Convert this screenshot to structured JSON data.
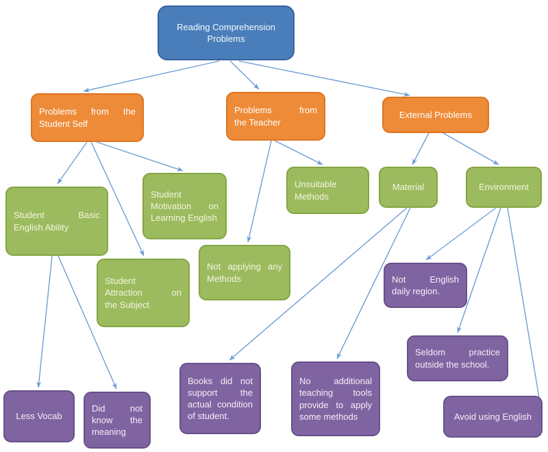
{
  "diagram": {
    "type": "concept-map",
    "title": "Reading Comprehension Problems"
  },
  "colors": {
    "root_blue": "#4a7ebb",
    "category_orange": "#ee8b38",
    "cause_green": "#9cbb5e",
    "detail_purple": "#8064a2",
    "connector_blue": "#6f9cd5"
  },
  "nodes": {
    "root": {
      "label": "Reading Comprehension\nProblems"
    },
    "student_self": {
      "label": "Problems from the\nStudent Self"
    },
    "teacher": {
      "label": "Problems from\nthe Teacher"
    },
    "external": {
      "label": "External Problems"
    },
    "basic_ability": {
      "label": "Student Basic\nEnglish Ability"
    },
    "motivation": {
      "label": "Student\nMotivation on\nLearning English"
    },
    "attraction": {
      "label": "Student\nAttraction on\nthe Subject"
    },
    "unsuitable": {
      "label": "Unsuitable\nMethods"
    },
    "not_applying": {
      "label": "Not applying any\nMethods"
    },
    "material": {
      "label": "Material"
    },
    "environment": {
      "label": "Environment"
    },
    "less_vocab": {
      "label": "Less Vocab"
    },
    "meaning": {
      "label": "Did not\nknow the\nmeaning"
    },
    "books": {
      "label": "Books did not\nsupport the\nactual condition\nof student."
    },
    "no_tools": {
      "label": "No additional\nteaching tools\nprovide to apply\nsome methods"
    },
    "not_english": {
      "label": "Not English\ndaily region."
    },
    "seldom": {
      "label": "Seldom practice\noutside the school."
    },
    "avoid": {
      "label": "Avoid using English"
    }
  },
  "edges": [
    {
      "from": "root",
      "to": "student_self"
    },
    {
      "from": "root",
      "to": "teacher"
    },
    {
      "from": "root",
      "to": "external"
    },
    {
      "from": "student_self",
      "to": "basic_ability"
    },
    {
      "from": "student_self",
      "to": "motivation"
    },
    {
      "from": "student_self",
      "to": "attraction"
    },
    {
      "from": "basic_ability",
      "to": "less_vocab"
    },
    {
      "from": "basic_ability",
      "to": "meaning"
    },
    {
      "from": "teacher",
      "to": "unsuitable"
    },
    {
      "from": "teacher",
      "to": "not_applying"
    },
    {
      "from": "external",
      "to": "material"
    },
    {
      "from": "external",
      "to": "environment"
    },
    {
      "from": "material",
      "to": "books"
    },
    {
      "from": "material",
      "to": "no_tools"
    },
    {
      "from": "environment",
      "to": "not_english"
    },
    {
      "from": "environment",
      "to": "seldom"
    },
    {
      "from": "environment",
      "to": "avoid"
    }
  ]
}
